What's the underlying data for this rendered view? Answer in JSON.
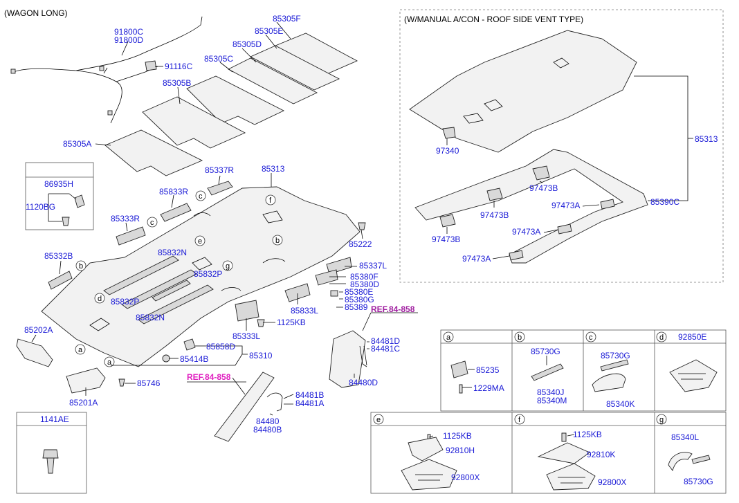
{
  "headers": {
    "main": "(WAGON LONG)",
    "inset": "(W/MANUAL A/CON - ROOF SIDE VENT TYPE)"
  },
  "refs": {
    "ref_top": "REF.84-858",
    "ref_bottom": "REF.84-858",
    "color_top": "#a020a0",
    "color_bottom": "#e020c0"
  },
  "colors": {
    "part_number": "#1a1ad6",
    "text": "#000000"
  },
  "parts": {
    "p91800C": "91800C",
    "p91800D": "91800D",
    "p91116C": "91116C",
    "p85305F": "85305F",
    "p85305E": "85305E",
    "p85305D": "85305D",
    "p85305C": "85305C",
    "p85305B": "85305B",
    "p85305A": "85305A",
    "p86935H": "86935H",
    "p1120BG": "1120BG",
    "p85337R": "85337R",
    "p85313": "85313",
    "p85833R": "85833R",
    "p85333R": "85333R",
    "p85832N_a": "85832N",
    "p85332B": "85332B",
    "p85832P_a": "85832P",
    "p85832P_b": "85832P",
    "p85832N_b": "85832N",
    "p85222": "85222",
    "p85337L": "85337L",
    "p85380F": "85380F",
    "p85380D": "85380D",
    "p85380E": "85380E",
    "p85380G": "85380G",
    "p85389": "85389",
    "p85833L": "85833L",
    "p1125KB": "1125KB",
    "p85333L": "85333L",
    "p85202A": "85202A",
    "p85858D": "85858D",
    "p85414B": "85414B",
    "p85310": "85310",
    "p85746": "85746",
    "p85201A": "85201A",
    "p84481D": "84481D",
    "p84481C": "84481C",
    "p84480D": "84480D",
    "p84481B": "84481B",
    "p84481A": "84481A",
    "p84480": "84480",
    "p84480B": "84480B",
    "p1141AE": "1141AE",
    "p85313_inset": "85313",
    "p97340": "97340",
    "p97473B_1": "97473B",
    "p97473B_2": "97473B",
    "p97473B_3": "97473B",
    "p97473A_1": "97473A",
    "p97473A_2": "97473A",
    "p97473A_3": "97473A",
    "p85390C": "85390C"
  },
  "callouts": [
    "a",
    "b",
    "c",
    "d",
    "e",
    "f",
    "g"
  ],
  "detail_cells": {
    "a": {
      "letter": "a",
      "parts": [
        "85235",
        "1229MA"
      ]
    },
    "b": {
      "letter": "b",
      "parts": [
        "85730G",
        "85340J",
        "85340M"
      ]
    },
    "c": {
      "letter": "c",
      "parts": [
        "85730G",
        "85340K"
      ]
    },
    "d": {
      "letter": "d",
      "parts": [
        "92850E"
      ]
    },
    "e": {
      "letter": "e",
      "parts": [
        "1125KB",
        "92810H",
        "92800X"
      ]
    },
    "f": {
      "letter": "f",
      "parts": [
        "1125KB",
        "92810K",
        "92800X"
      ]
    },
    "g": {
      "letter": "g",
      "parts": [
        "85340L",
        "85730G"
      ]
    }
  }
}
